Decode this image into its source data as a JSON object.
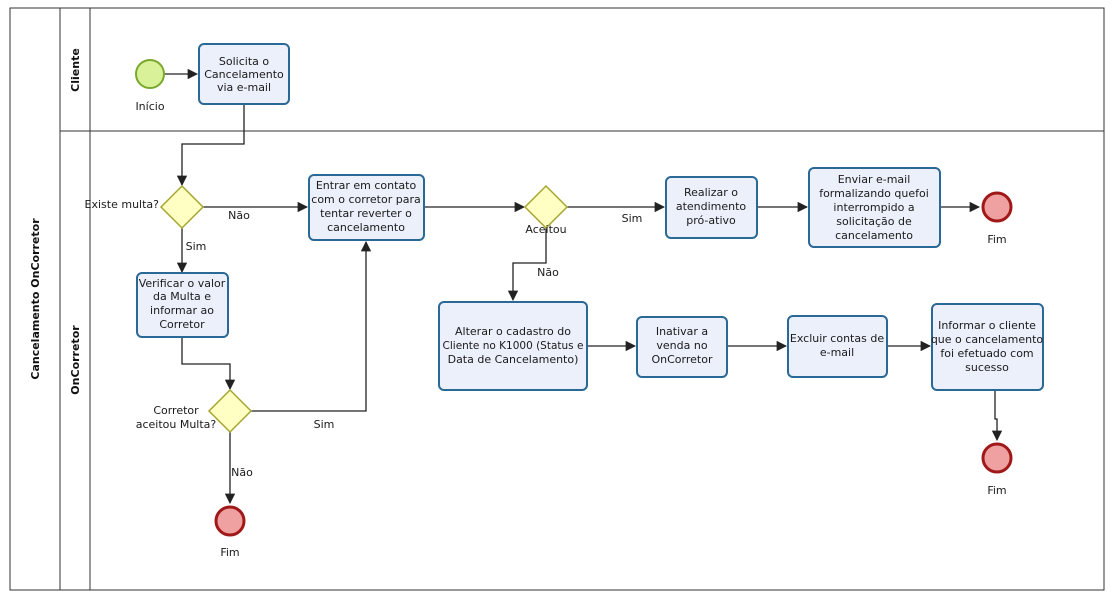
{
  "pool": {
    "name": "Cancelamento OnCorretor"
  },
  "lanes": [
    {
      "id": "cliente",
      "name": "Cliente"
    },
    {
      "id": "oncorretor",
      "name": "OnCorretor"
    }
  ],
  "colors": {
    "task_fill": "#ecf0fb",
    "task_stroke": "#2a6896",
    "gateway_fill": "#ffffc4",
    "gateway_stroke": "#a6a62e",
    "start_fill": "#d9f29a",
    "start_stroke": "#79a82c",
    "end_fill": "#efa0a0",
    "end_stroke": "#a01818"
  },
  "nodes": {
    "inicio": {
      "type": "start-event",
      "label": "Início"
    },
    "solicita": {
      "type": "task",
      "lines": [
        "Solicita o",
        "Cancelamento",
        "via e-mail"
      ]
    },
    "existe_multa": {
      "type": "gateway",
      "label": "Existe multa?"
    },
    "verificar": {
      "type": "task",
      "lines": [
        "Verificar o valor",
        "da Multa e",
        "informar ao",
        "Corretor"
      ]
    },
    "corretor_aceitou": {
      "type": "gateway",
      "lines": [
        "Corretor",
        "aceitou Multa?"
      ]
    },
    "fim1": {
      "type": "end-event",
      "label": "Fim"
    },
    "entrar_contato": {
      "type": "task",
      "lines": [
        "Entrar em contato",
        "com o corretor para",
        "tentar reverter o",
        "cancelamento"
      ]
    },
    "aceitou": {
      "type": "gateway",
      "label": "Aceitou"
    },
    "realizar": {
      "type": "task",
      "lines": [
        "Realizar o",
        "atendimento",
        "pró-ativo"
      ]
    },
    "enviar": {
      "type": "task",
      "lines": [
        "Enviar e-mail",
        "formalizando quefoi",
        "interrompido a",
        "solicitação de",
        "cancelamento"
      ]
    },
    "fim2": {
      "type": "end-event",
      "label": "Fim"
    },
    "alterar": {
      "type": "task",
      "lines": [
        "Alterar o cadastro do",
        "Cliente no K1000 (Status e",
        "Data de Cancelamento)"
      ]
    },
    "inativar": {
      "type": "task",
      "lines": [
        "Inativar a",
        "venda no",
        "OnCorretor"
      ]
    },
    "excluir": {
      "type": "task",
      "lines": [
        "Excluir contas de",
        "e-mail"
      ]
    },
    "informar": {
      "type": "task",
      "lines": [
        "Informar o cliente",
        "que o cancelamento",
        "foi efetuado com",
        "sucesso"
      ]
    },
    "fim3": {
      "type": "end-event",
      "label": "Fim"
    }
  },
  "edge_labels": {
    "existe_nao": "Não",
    "existe_sim": "Sim",
    "corretor_sim": "Sim",
    "corretor_nao": "Não",
    "aceitou_sim": "Sim",
    "aceitou_nao": "Não"
  }
}
